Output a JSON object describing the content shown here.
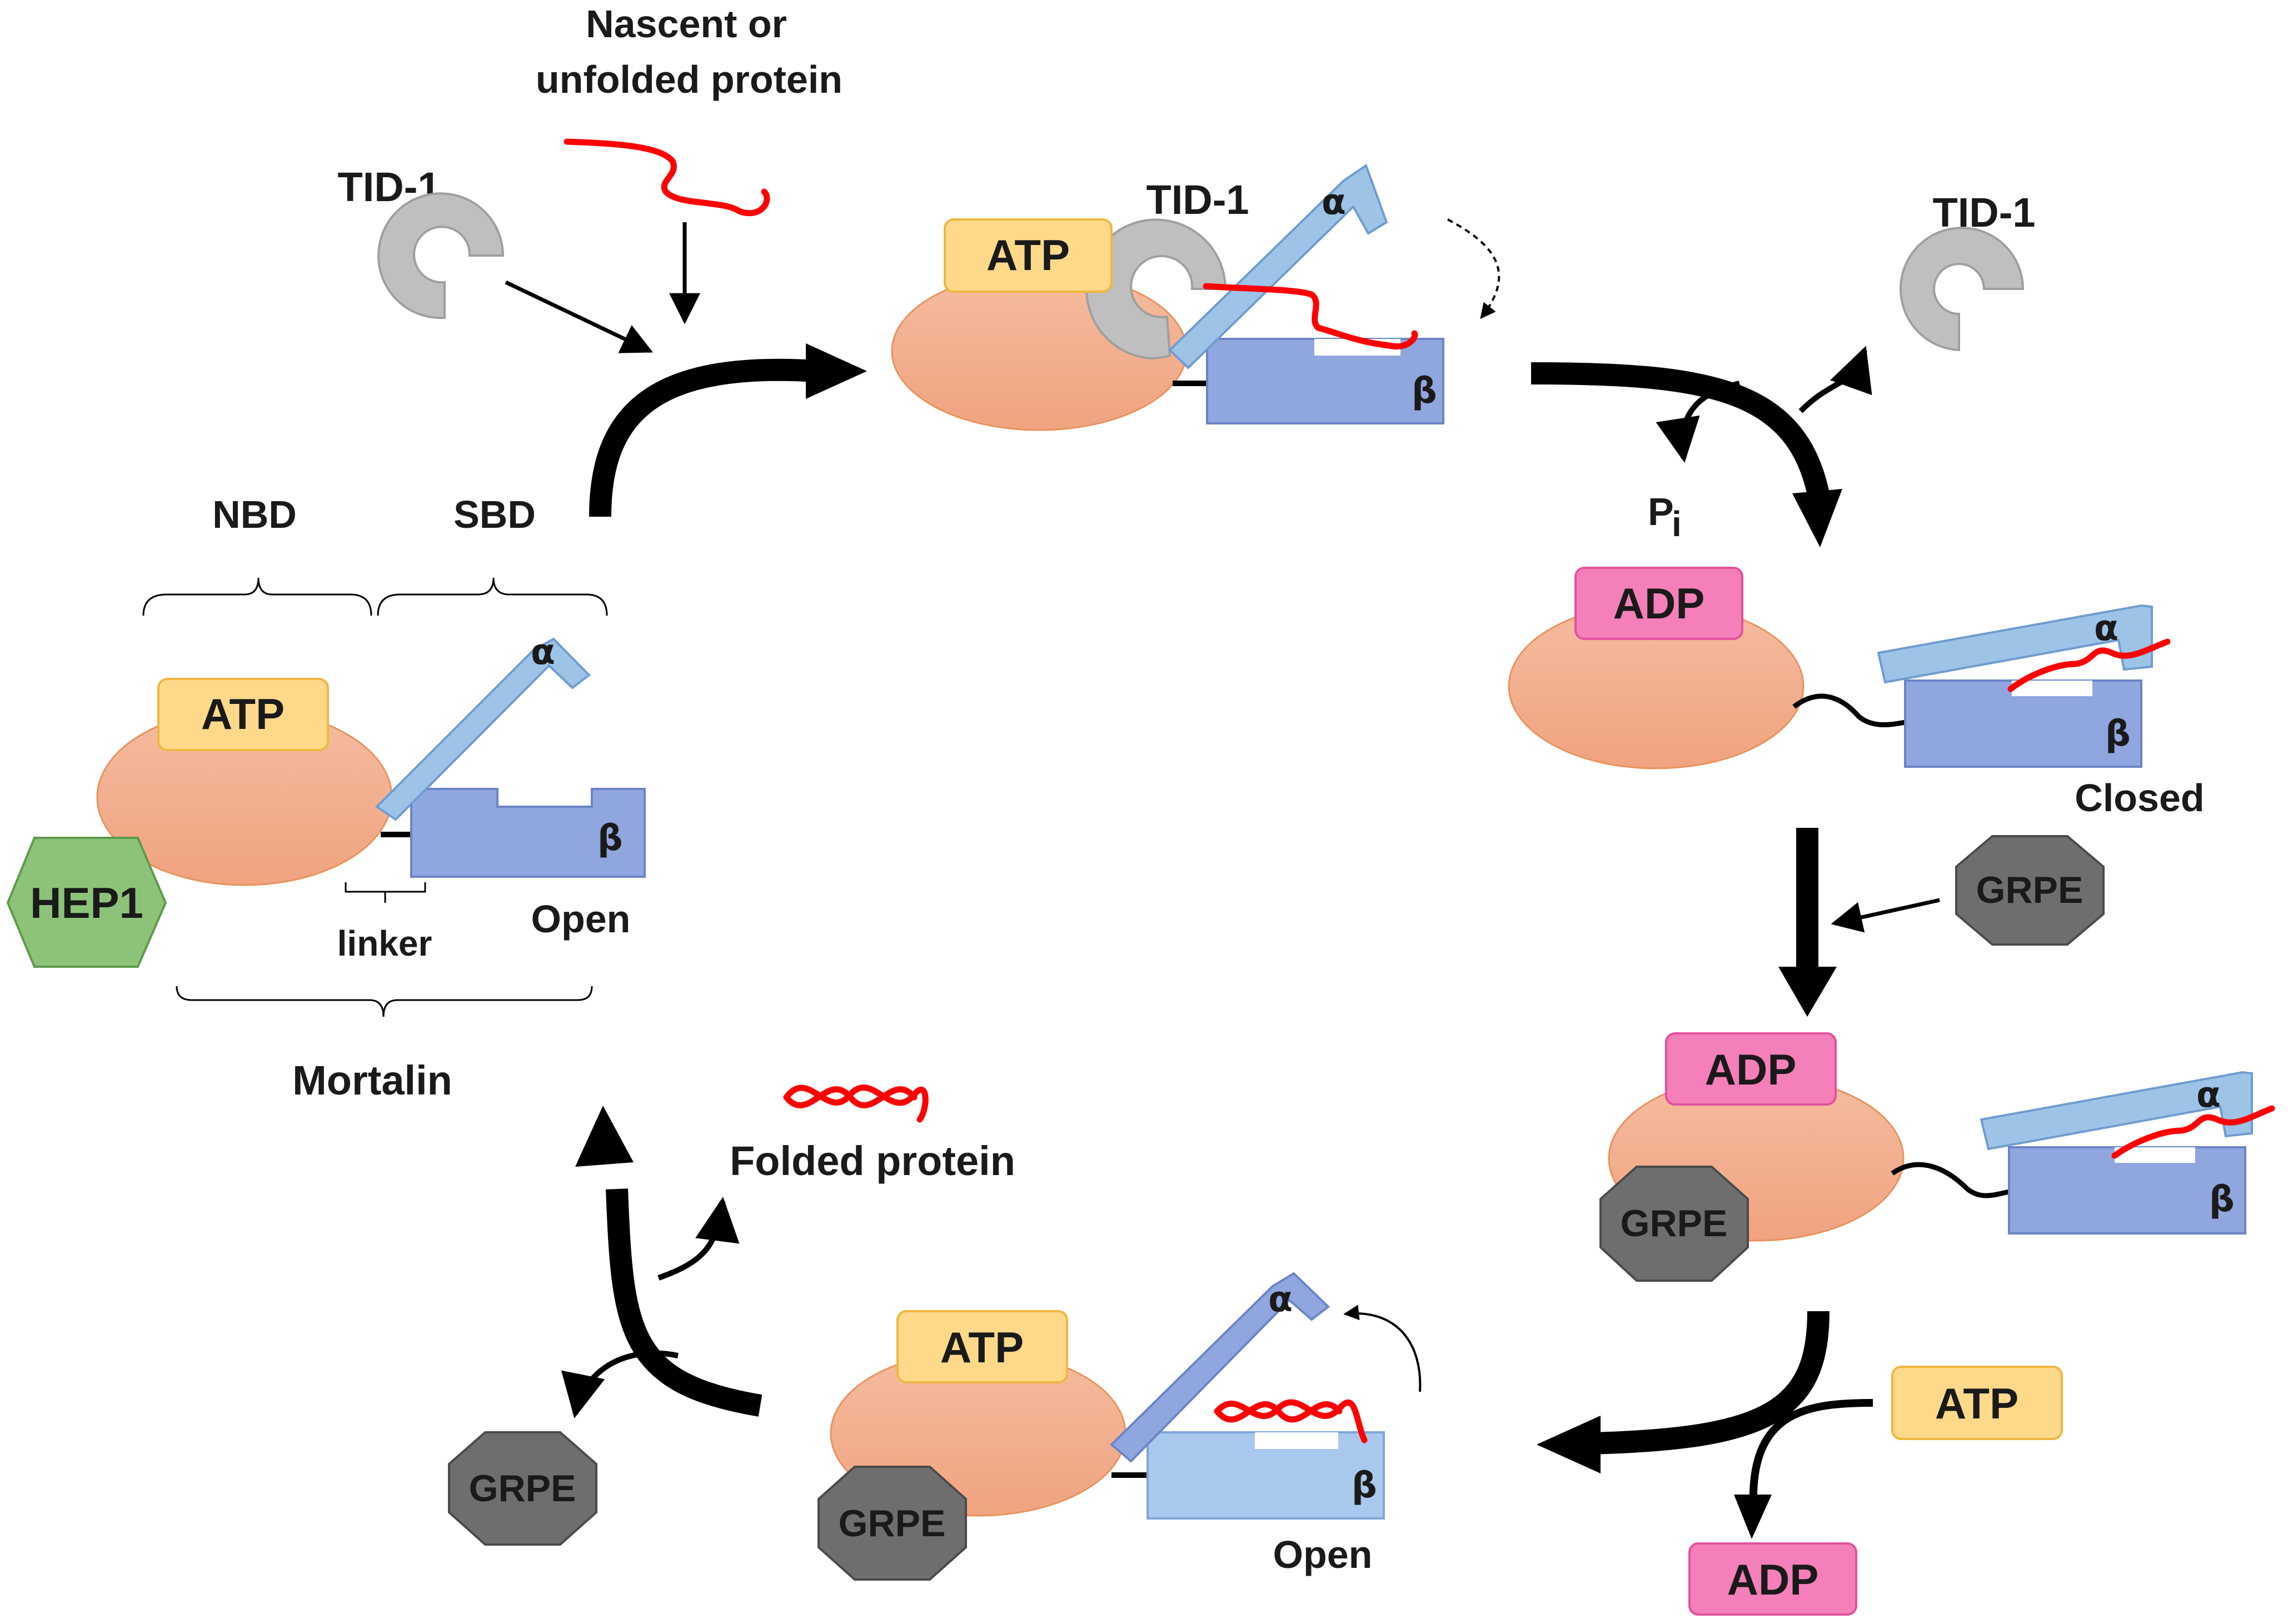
{
  "labels": {
    "nascent_line1": "Nascent or",
    "nascent_line2": "unfolded protein",
    "tid1": "TID-1",
    "nbd": "NBD",
    "sbd": "SBD",
    "linker": "linker",
    "open": "Open",
    "closed": "Closed",
    "mortalin": "Mortalin",
    "folded_protein": "Folded protein",
    "pi_main": "P",
    "pi_sub": "i",
    "alpha": "α",
    "beta": "β"
  },
  "molecules": {
    "atp": "ATP",
    "adp": "ADP",
    "hep1": "HEP1",
    "grpe": "GRPE"
  },
  "colors": {
    "nbd_oval": "#f2b08e",
    "atp_box": "#ffd98a",
    "adp_box": "#f57fb8",
    "hep1": "#8cc379",
    "grpe": "#6e6e6e",
    "lid_alpha": "#9dc3e6",
    "base_beta": "#8fa6de",
    "tid1": "#bfbfbf",
    "substrate": "#ff0000",
    "arrow": "#000000"
  }
}
